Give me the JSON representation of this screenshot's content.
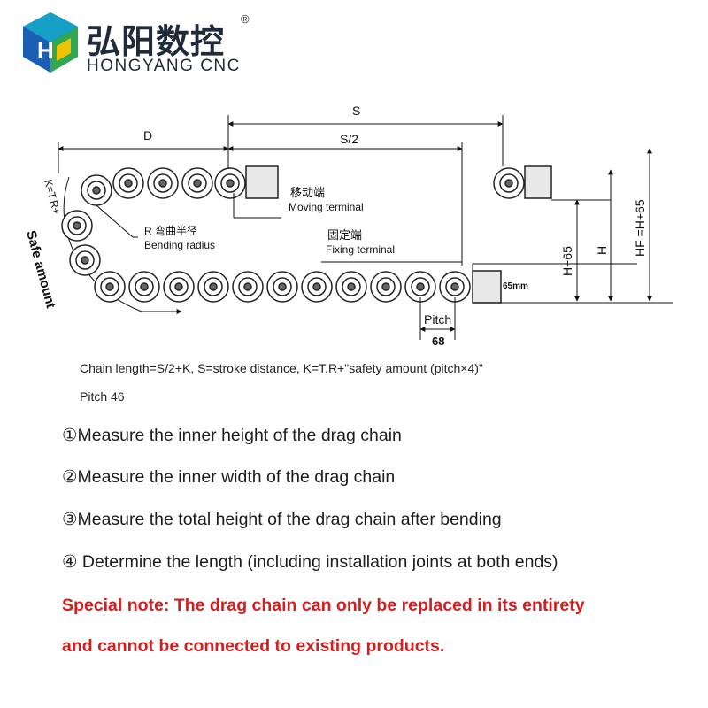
{
  "brand": {
    "name_cn": "弘阳数控",
    "name_en": "HONGYANG CNC",
    "registered_mark": "®"
  },
  "diagram": {
    "label_S": "S",
    "label_S_half": "S/2",
    "label_D": "D",
    "moving_terminal_cn": "移动端",
    "moving_terminal_en": "Moving terminal",
    "bending_radius_cn": "R 弯曲半径",
    "bending_radius_en": "Bending radius",
    "fixing_terminal_cn": "固定端",
    "fixing_terminal_en": "Fixing terminal",
    "label_H_minus": "H−65",
    "label_H": "H",
    "label_HF": "HF =H+65",
    "label_65": "65mm",
    "pitch_label": "Pitch",
    "pitch_value": "68",
    "safe_amount_formula": "K=T.R+",
    "safe_amount": "Safe amount"
  },
  "notes": {
    "formula": "Chain length=S/2+K, S=stroke distance, K=T.R+\"safety amount (pitch×4)\"",
    "pitch": "Pitch 46"
  },
  "steps": [
    "①Measure the inner height of the drag chain",
    "②Measure the inner width of the drag chain",
    "③Measure the total height of the drag chain after bending",
    "④ Determine the length (including installation joints at both ends)"
  ],
  "special_note": {
    "line1": "Special note: The drag chain can only be replaced in its entirety",
    "line2": "and cannot be connected to existing products."
  },
  "colors": {
    "accent_red": "#d11f1f",
    "logo_blue": "#1a5fb4",
    "logo_cyan": "#16a0c8",
    "logo_yellow": "#f2c200",
    "logo_green": "#2fa84f"
  }
}
